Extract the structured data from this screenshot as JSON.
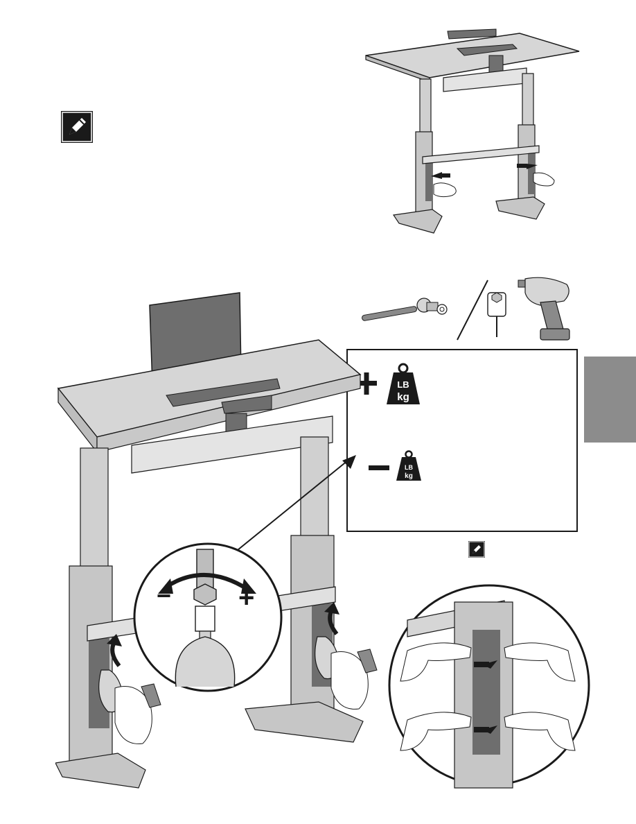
{
  "page": {
    "background": "#ffffff",
    "ink": "#1a1a1a",
    "panel_gray": "#8c8c8c",
    "light_gray": "#d0d0d0",
    "dark_gray": "#6e6e6e"
  },
  "icons": {
    "note_icon_top": "pencil-note-icon",
    "note_icon_bottom": "pencil-note-icon",
    "tools": [
      "ratchet-wrench-icon",
      "washer-icon",
      "hex-socket-bit-icon",
      "cordless-drill-icon"
    ]
  },
  "weight_panel": {
    "increase": {
      "sign": "+",
      "weight_unit_top": "LB",
      "weight_unit_bottom": "kg"
    },
    "decrease": {
      "sign": "−",
      "weight_unit_top": "LB",
      "weight_unit_bottom": "kg"
    }
  },
  "adjust_callout": {
    "minus_sign": "−",
    "plus_sign": "+"
  }
}
